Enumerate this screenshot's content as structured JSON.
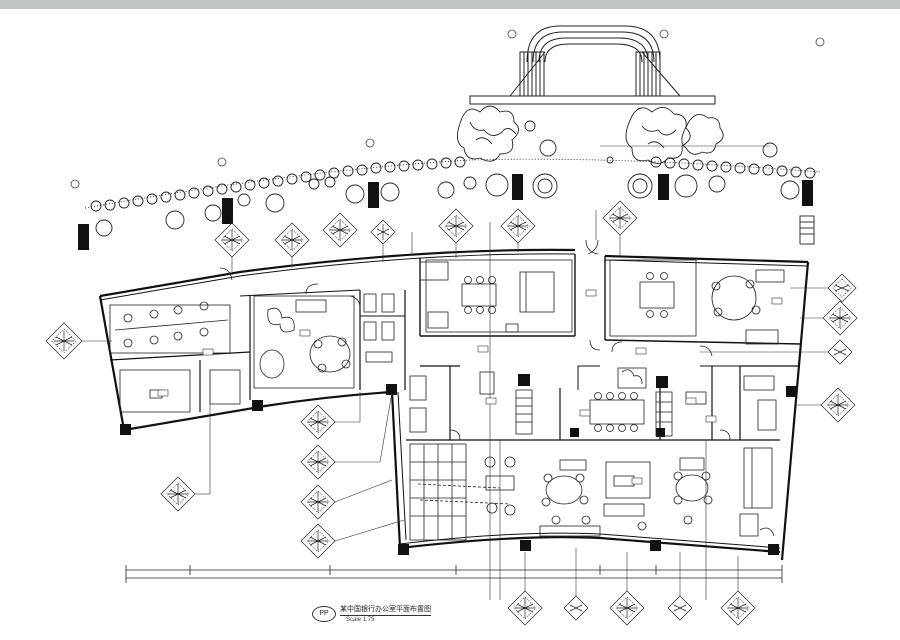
{
  "drawing": {
    "title": "某中国银行办公室平面布置图",
    "scale": "Scale 1:75",
    "badge": "PP"
  }
}
